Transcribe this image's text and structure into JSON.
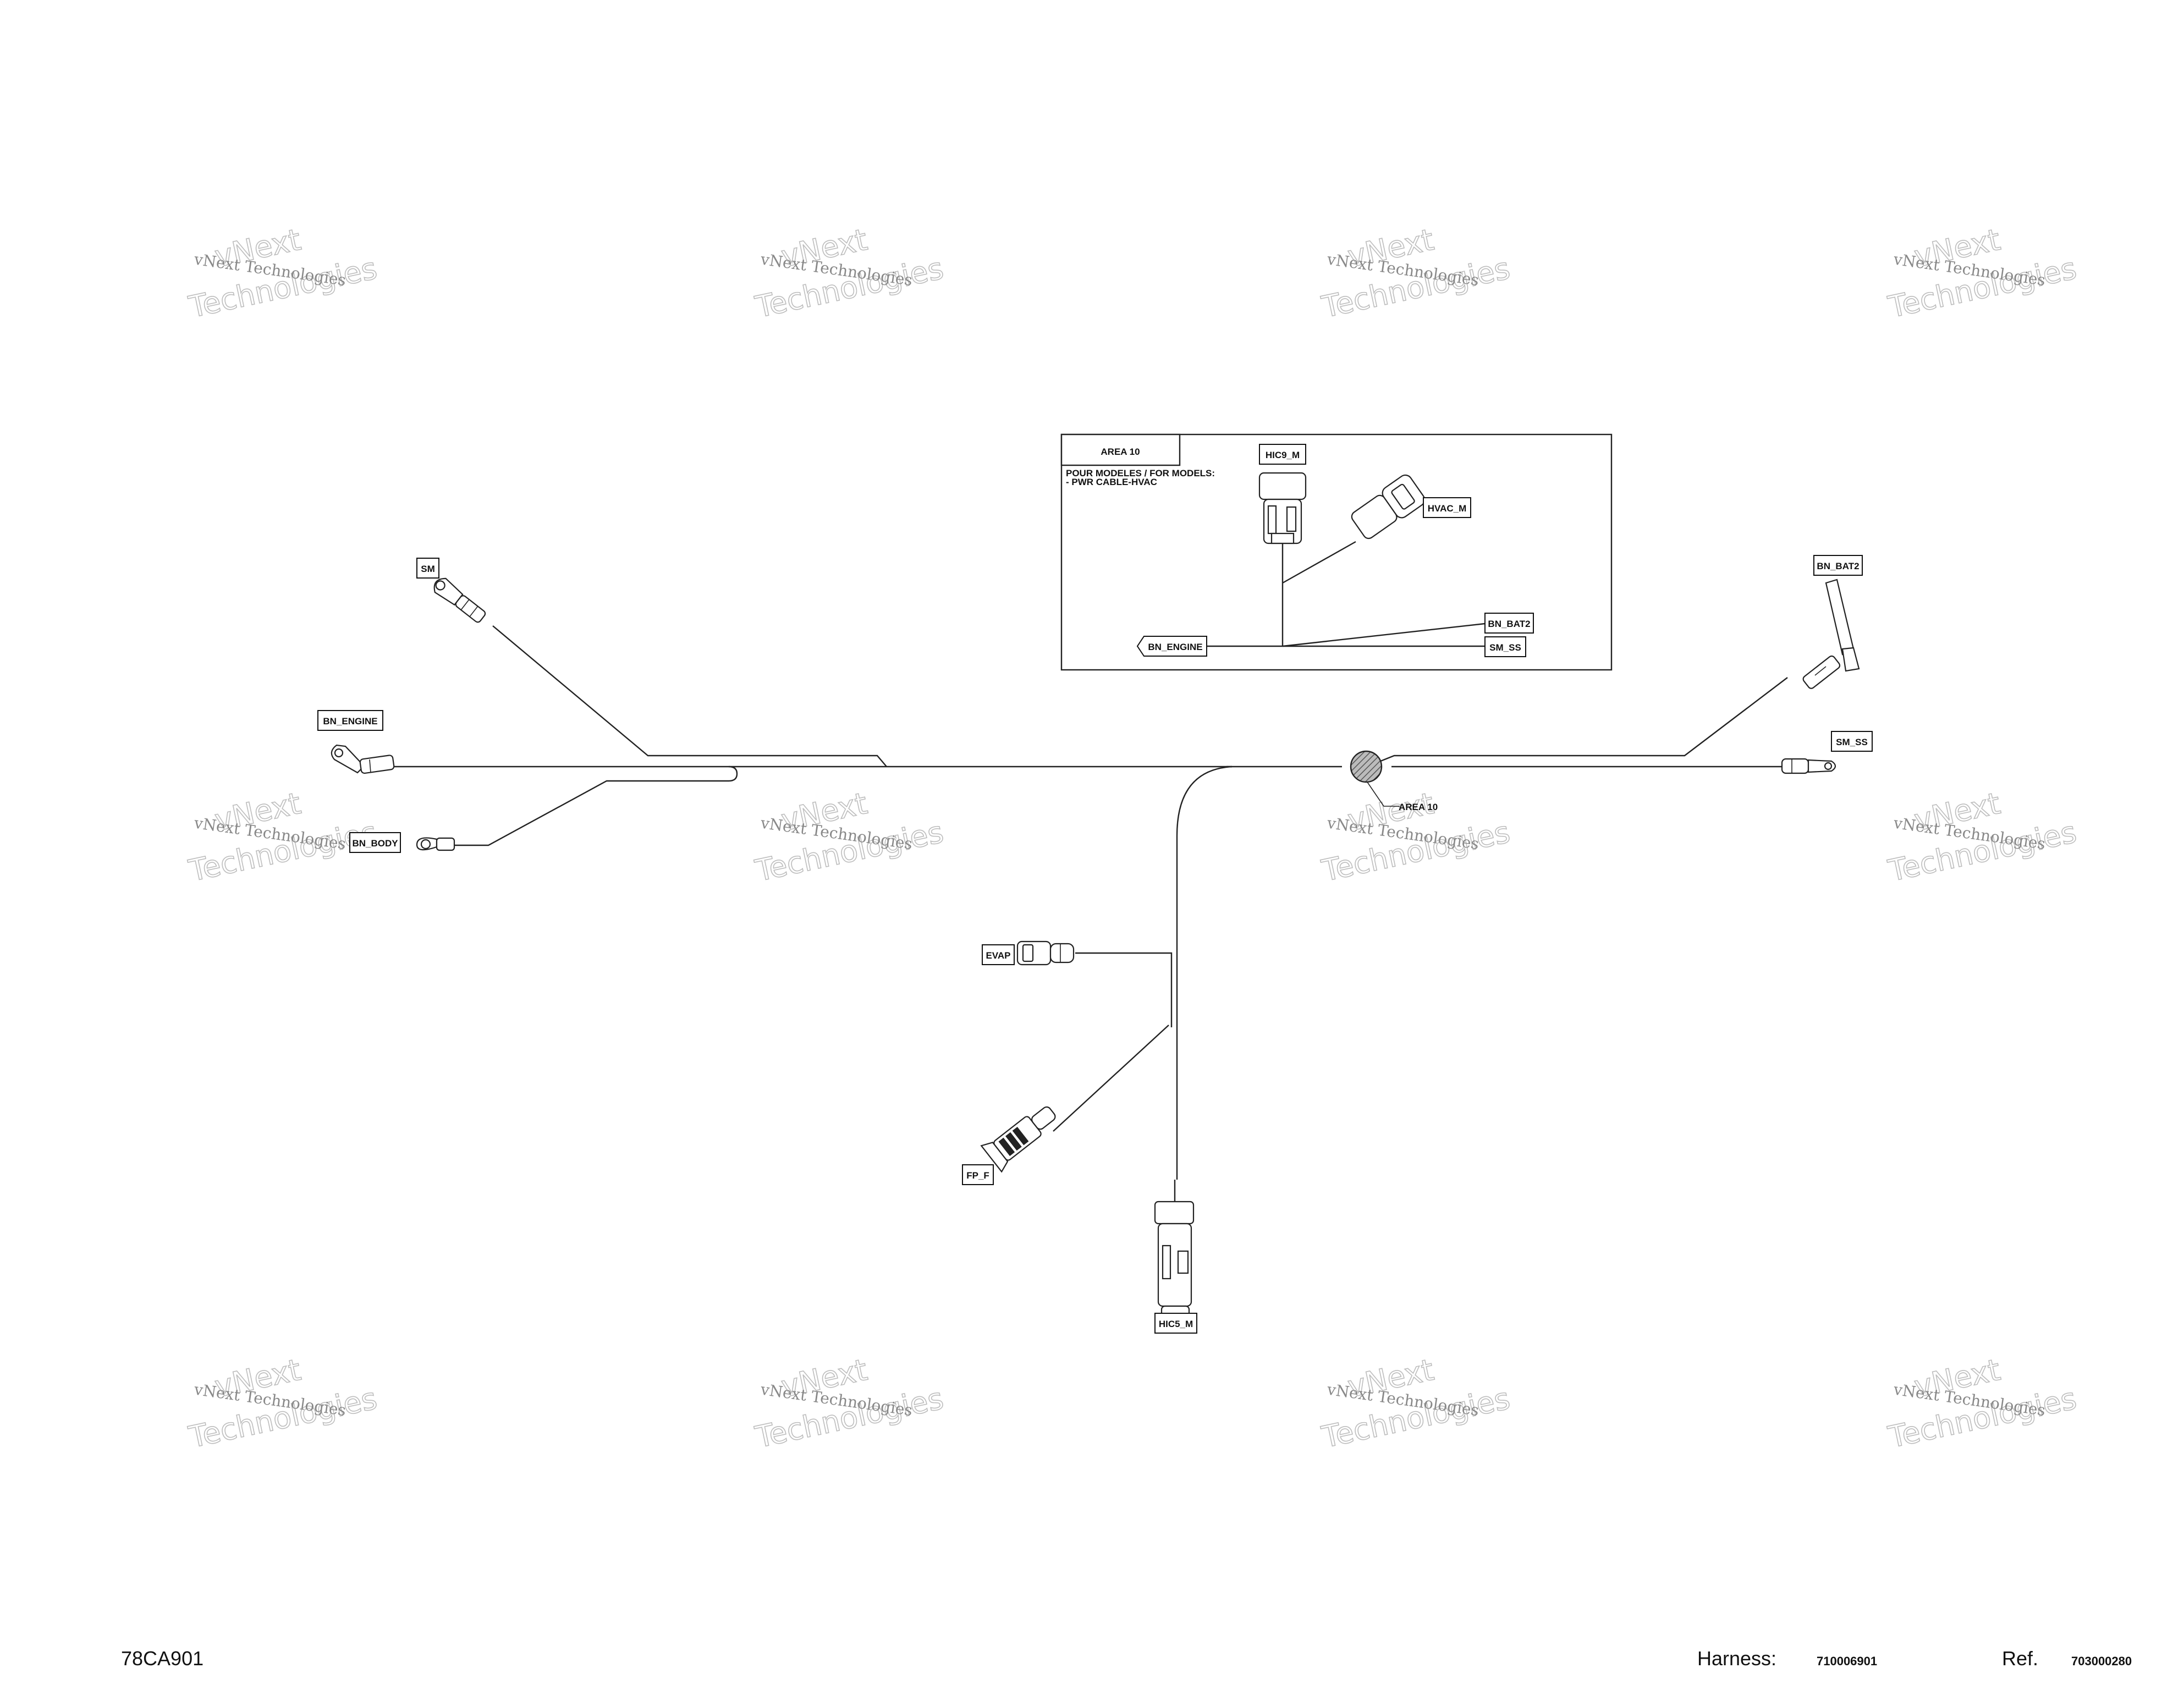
{
  "watermark": {
    "line1": "vNext",
    "line2": "Technologies",
    "full": "vNext Technologies"
  },
  "inset": {
    "title": "AREA 10",
    "note_line1": "POUR MODELES / FOR MODELS:",
    "note_line2": "- PWR CABLE-HVAC",
    "labels": {
      "hic9": "HIC9_M",
      "hvac": "HVAC_M",
      "bn_bat2": "BN_BAT2",
      "sm_ss": "SM_SS",
      "bn_engine": "BN_ENGINE"
    }
  },
  "connectors": {
    "sm": "SM",
    "bn_engine": "BN_ENGINE",
    "bn_body": "BN_BODY",
    "bn_bat2": "BN_BAT2",
    "sm_ss": "SM_SS",
    "evap": "EVAP",
    "fp_f": "FP_F",
    "hic5": "HIC5_M",
    "area10_ref": "AREA 10"
  },
  "footer": {
    "code": "78CA901",
    "harness_label": "Harness:",
    "harness_number": "710006901",
    "ref_label": "Ref.",
    "ref_number": "703000280"
  }
}
